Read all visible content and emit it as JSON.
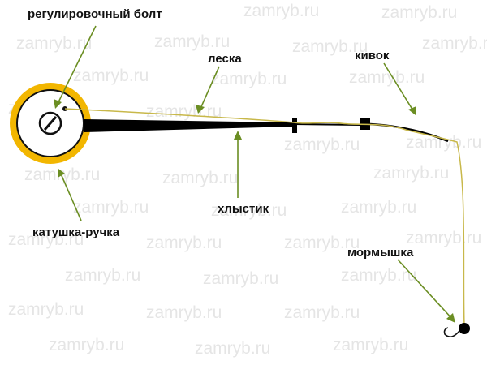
{
  "diagram": {
    "labels": {
      "adjusting_bolt": "регулировочный болт",
      "line": "леска",
      "nod": "кивок",
      "rod_tip": "хлыстик",
      "reel_handle": "катушка-ручка",
      "jig": "мормышка"
    },
    "watermark": "zamryb.ru",
    "colors": {
      "reel_ring": "#f2b600",
      "reel_fill": "#ffffff",
      "outline": "#111111",
      "rod": "#000000",
      "fishing_line": "#c8b84a",
      "arrow": "#6b8e23",
      "watermark": "#d0d0d0",
      "label_text": "#111111"
    }
  }
}
